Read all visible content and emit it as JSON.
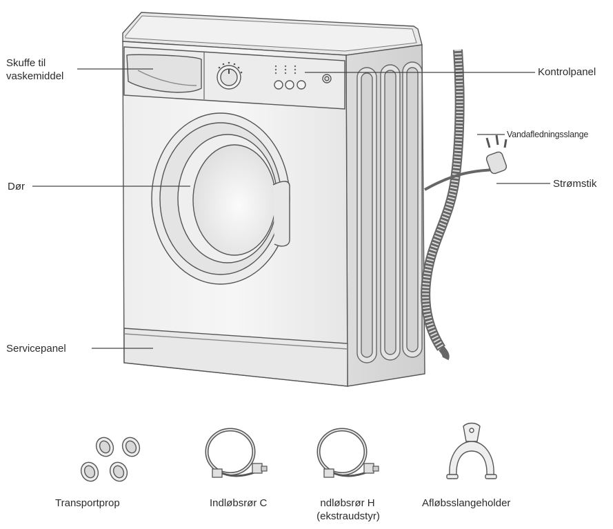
{
  "labels": {
    "detergent_drawer": [
      "Skuffe til",
      "vaskemiddel"
    ],
    "door": "Dør",
    "service_panel": "Servicepanel",
    "control_panel": "Kontrolpanel",
    "drain_hose": "Vandafledningsslange",
    "power_plug": "Strømstik"
  },
  "accessories": {
    "transport_plug": "Transportprop",
    "inlet_hose_c": "Indløbsrør C",
    "inlet_hose_h": [
      "ndløbsrør H",
      "(ekstraudstyr)"
    ],
    "hose_holder": "Afløbsslangeholder"
  }
}
